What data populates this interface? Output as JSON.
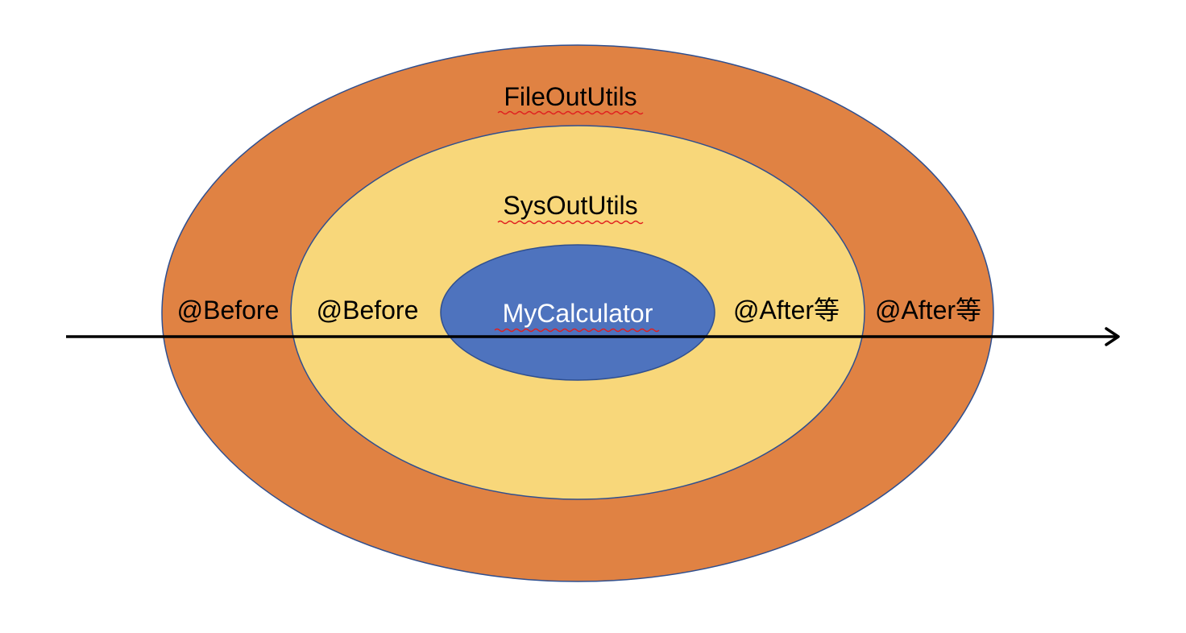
{
  "diagram": {
    "outer_layer": {
      "label": "FileOutUtils",
      "color": "#E08243"
    },
    "middle_layer": {
      "label": "SysOutUtils",
      "color": "#F8D77A"
    },
    "core": {
      "label": "MyCalculator",
      "color": "#4E73BE"
    },
    "outline_color": "#2F4F8F",
    "arrow_color": "#000000",
    "left_labels": [
      "@Before",
      "@Before"
    ],
    "right_labels": [
      "@After等",
      "@After等"
    ]
  }
}
